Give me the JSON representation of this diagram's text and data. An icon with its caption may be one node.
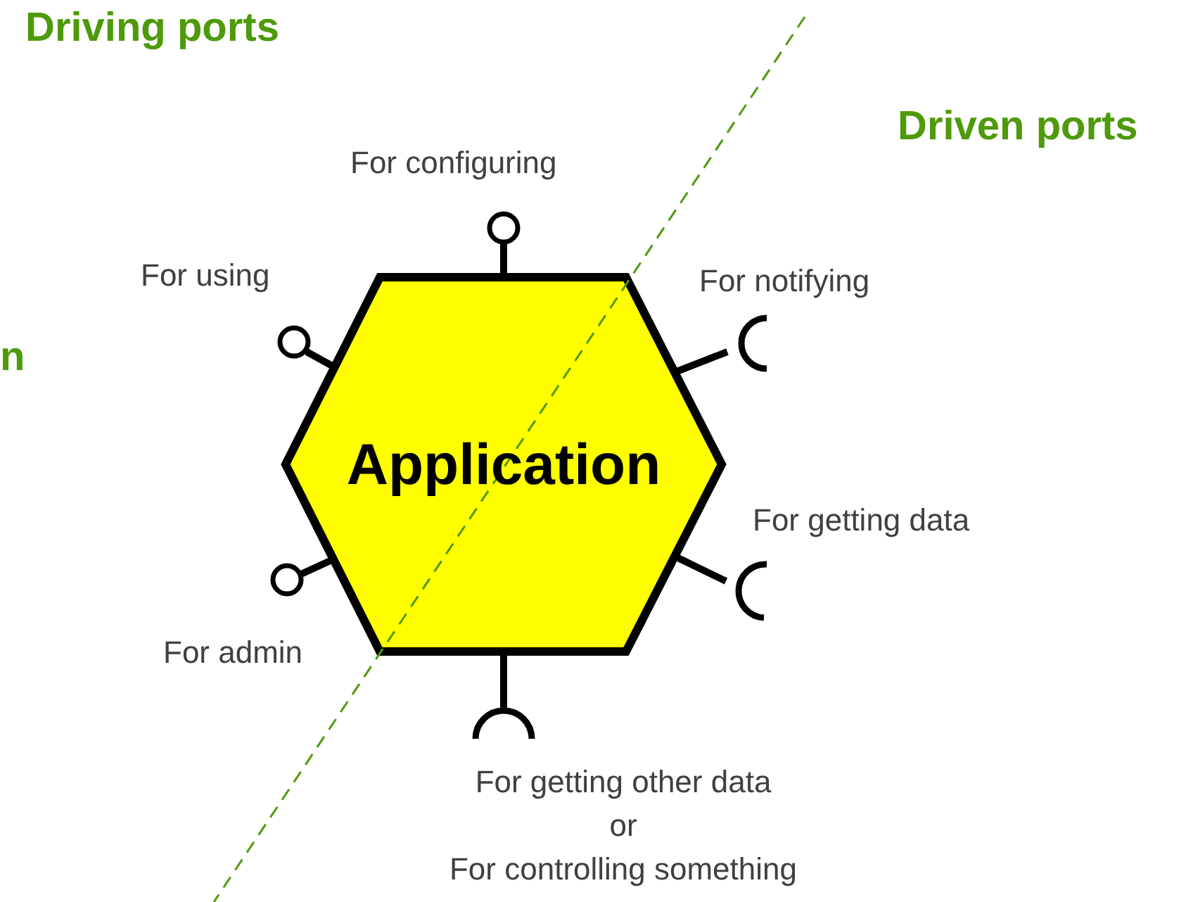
{
  "diagram": {
    "nodes": [
      {
        "text": [
          "Application"
        ]
      }
    ],
    "labels": [
      "Driving ports",
      "Driven ports",
      "For configuring",
      "For using",
      "For notifying",
      "n",
      "For getting data",
      "For admin",
      "For getting other data",
      "or",
      "For controlling something"
    ]
  }
}
